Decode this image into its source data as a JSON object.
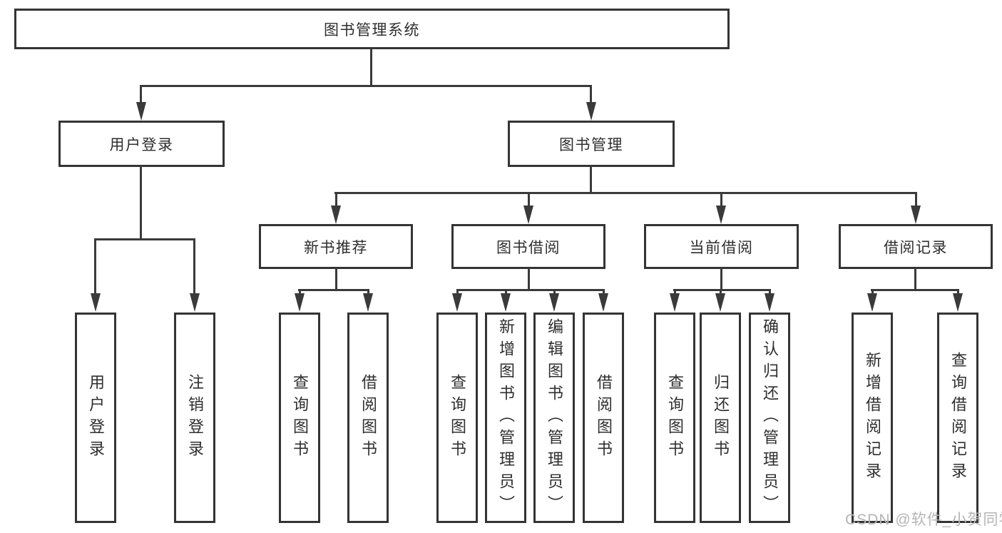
{
  "diagram": {
    "title": "图书管理系统",
    "root": {
      "label": "图书管理系统"
    },
    "branches": [
      {
        "label": "用户登录",
        "children": [
          {
            "label": "用户登录"
          },
          {
            "label": "注销登录"
          }
        ]
      },
      {
        "label": "图书管理",
        "sections": [
          {
            "label": "新书推荐",
            "children": [
              {
                "label": "查询图书"
              },
              {
                "label": "借阅图书"
              }
            ]
          },
          {
            "label": "图书借阅",
            "children": [
              {
                "label": "查询图书"
              },
              {
                "label": "新增图书（管理员）"
              },
              {
                "label": "编辑图书（管理员）"
              },
              {
                "label": "借阅图书"
              }
            ]
          },
          {
            "label": "当前借阅",
            "children": [
              {
                "label": "查询图书"
              },
              {
                "label": "归还图书"
              },
              {
                "label": "确认归还（管理员）"
              }
            ]
          },
          {
            "label": "借阅记录",
            "children": [
              {
                "label": "新增借阅记录"
              },
              {
                "label": "查询借阅记录"
              }
            ]
          }
        ]
      }
    ]
  },
  "watermark": {
    "text": "CSDN @软件_小贺同学"
  },
  "colors": {
    "line": "#3a3a3a",
    "border": "#343434",
    "text": "#2e2e2e",
    "wm": "#b5b5b5",
    "bg": "#ffffff"
  }
}
